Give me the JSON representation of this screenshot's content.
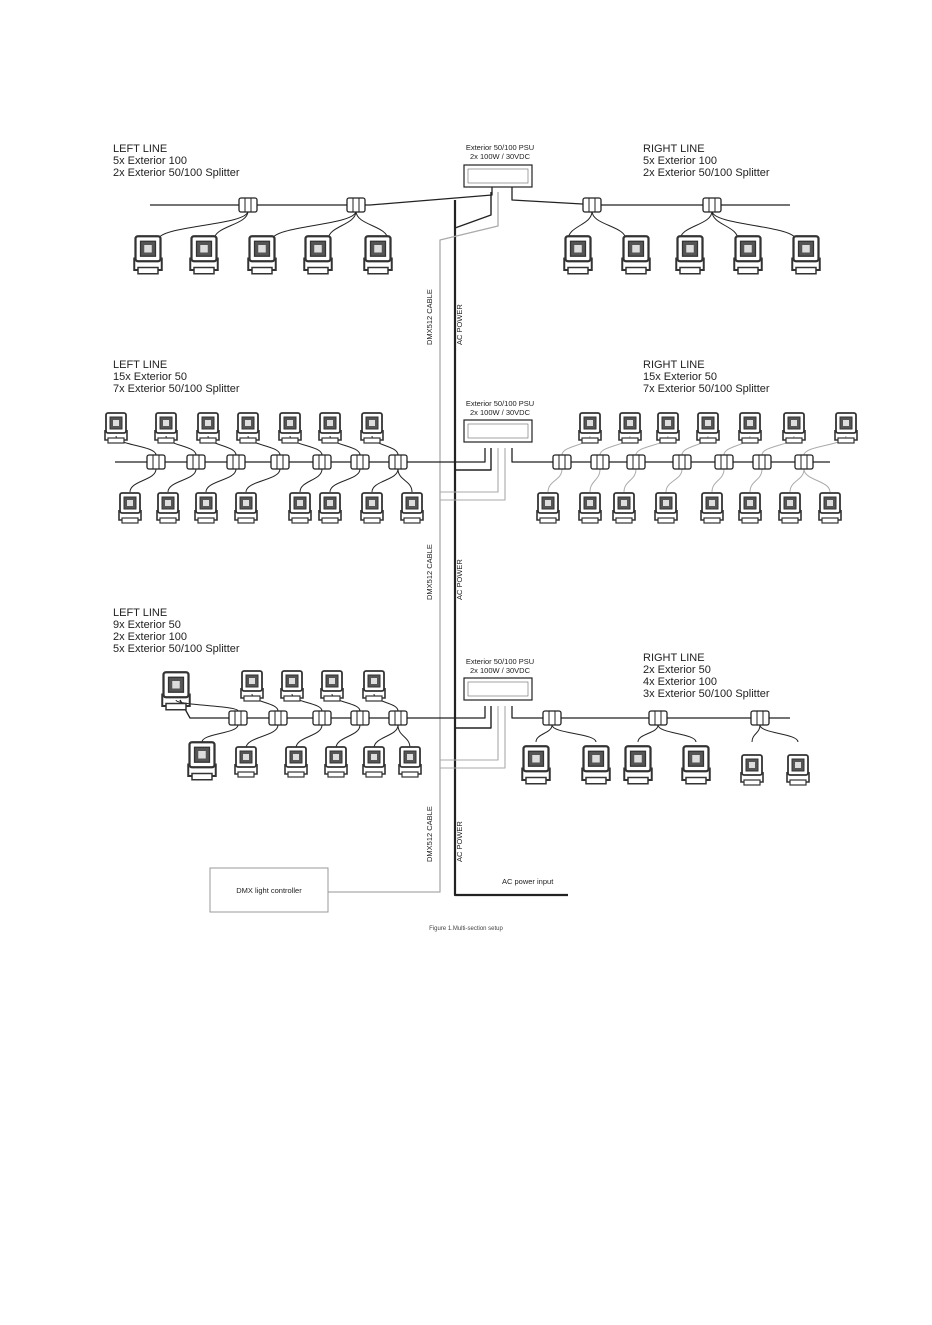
{
  "groups": [
    {
      "left": {
        "lines": [
          "LEFT LINE",
          "5x Exterior 100",
          "2x Exterior 50/100 Splitter"
        ]
      },
      "right": {
        "lines": [
          "RIGHT LINE",
          "5x Exterior 100",
          "2x Exterior 50/100 Splitter"
        ]
      },
      "psu": {
        "lines": [
          "Exterior 50/100 PSU",
          "2x 100W / 30VDC"
        ]
      }
    },
    {
      "left": {
        "lines": [
          "LEFT LINE",
          "15x Exterior 50",
          "7x Exterior 50/100 Splitter"
        ]
      },
      "right": {
        "lines": [
          "RIGHT LINE",
          "15x Exterior 50",
          "7x Exterior 50/100 Splitter"
        ]
      },
      "psu": {
        "lines": [
          "Exterior 50/100 PSU",
          "2x 100W / 30VDC"
        ]
      }
    },
    {
      "left": {
        "lines": [
          "LEFT LINE",
          "9x Exterior 50",
          "2x Exterior 100",
          "5x Exterior 50/100 Splitter"
        ]
      },
      "right": {
        "lines": [
          "RIGHT LINE",
          "2x Exterior 50",
          "4x Exterior 100",
          "3x Exterior 50/100 Splitter"
        ]
      },
      "psu": {
        "lines": [
          "Exterior 50/100 PSU",
          "2x 100W / 30VDC"
        ]
      }
    }
  ],
  "cables": {
    "dmx": "DMX512 CABLE",
    "ac": "AC POWER"
  },
  "controller": {
    "label": "DMX light controller"
  },
  "ac_input": {
    "label": "AC power input"
  },
  "caption": "Figure 1.Multi-section setup",
  "colors": {
    "line": "#222222",
    "dmx": "#aaaaaa",
    "fixture": "#333333"
  }
}
